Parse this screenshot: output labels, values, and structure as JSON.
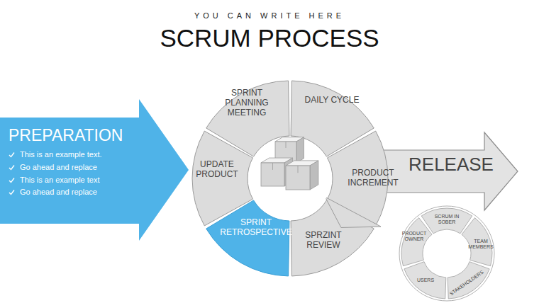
{
  "diagram": {
    "title": "SCRUM PROCESS",
    "nodes": [
      {
        "text": [
          "PREPARATION",
          "This is an example text.",
          "Go ahead and replace",
          "This is an example text",
          "Go ahead and replace"
        ]
      },
      {
        "text": [
          "SPRINT PLANNING MEETING"
        ]
      },
      {
        "text": [
          "DAILY CYCLE"
        ]
      },
      {
        "text": [
          "PRODUCT INCREMENT"
        ]
      },
      {
        "text": [
          "SPRZINT REVIEW"
        ]
      },
      {
        "text": [
          "SPRINT RETROSPECTIVE"
        ]
      },
      {
        "text": [
          "UPDATE PRODUCT"
        ]
      },
      {
        "text": [
          "RELEASE"
        ]
      },
      {
        "text": [
          "PRODUCT OWNER"
        ]
      },
      {
        "text": [
          "SCRUM IN SOBER"
        ]
      },
      {
        "text": [
          "TEAM MEMBERS"
        ]
      },
      {
        "text": [
          "STAKEHOLDERS"
        ]
      },
      {
        "text": [
          "USERS"
        ]
      }
    ],
    "labels": [
      "YOU CAN WRITE HERE"
    ]
  }
}
